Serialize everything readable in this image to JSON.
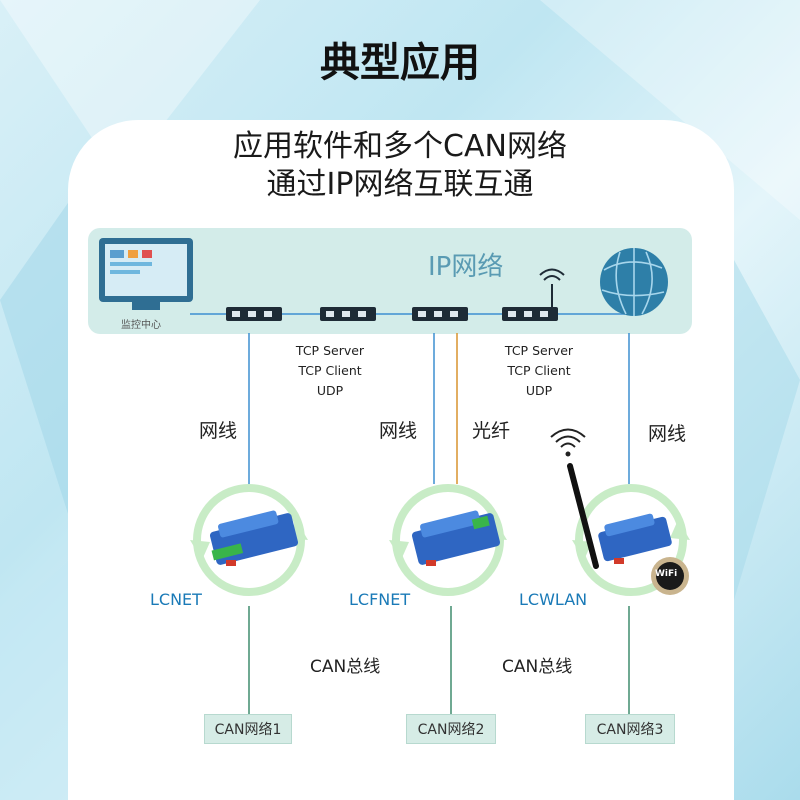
{
  "header": {
    "title": "典型应用"
  },
  "card": {
    "title_line1": "应用软件和多个CAN网络",
    "title_line2": "通过IP网络互联互通"
  },
  "network": {
    "label": "IP网络",
    "monitor_label": "监控中心"
  },
  "protocols_left": [
    "TCP Server",
    "TCP Client",
    "UDP"
  ],
  "protocols_right": [
    "TCP Server",
    "TCP Client",
    "UDP"
  ],
  "cables": {
    "left": "网线",
    "middle_eth": "网线",
    "middle_fiber": "光纤",
    "right": "网线"
  },
  "devices": [
    {
      "name": "LCNET"
    },
    {
      "name": "LCFNET"
    },
    {
      "name": "LCWLAN"
    }
  ],
  "wifi_badge": "WiFi",
  "bus_labels": [
    "CAN总线",
    "CAN总线"
  ],
  "can_networks": [
    "CAN网络1",
    "CAN网络2",
    "CAN网络3"
  ],
  "colors": {
    "card_bg": "#ffffff",
    "band_bg": "#d3ece9",
    "line_blue": "#3d8fd1",
    "line_fiber": "#d9932e",
    "line_green": "#3f8c6e",
    "device_name": "#1a7ab7"
  },
  "icons": [
    "monitor-icon",
    "switch-icon",
    "globe-icon",
    "wifi-icon",
    "antenna-icon",
    "device-icon"
  ]
}
